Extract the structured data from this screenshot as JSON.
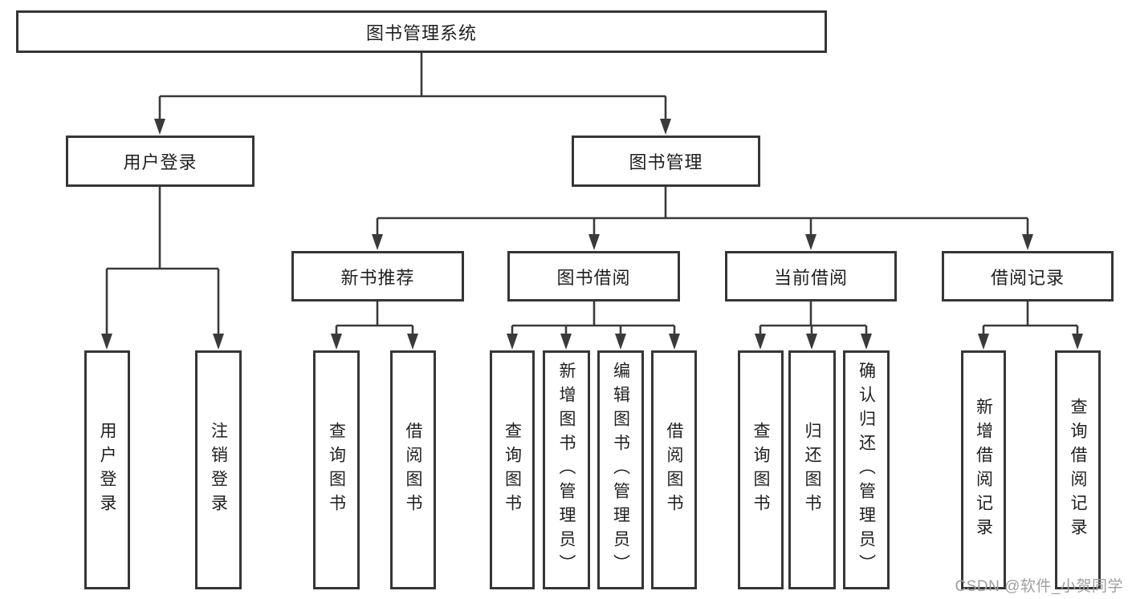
{
  "watermark": {
    "text": "CSDN @软件_小贺同学"
  },
  "colors": {
    "line": "#3a3a3a",
    "box_border": "#363636",
    "text": "#1f1f1f",
    "watermark": "#a0a0a0",
    "background": "#ffffff"
  },
  "tree": {
    "root": {
      "label": "图书管理系统",
      "children": [
        {
          "label": "用户登录",
          "children": [
            {
              "label": "用户登录"
            },
            {
              "label": "注销登录"
            }
          ]
        },
        {
          "label": "图书管理",
          "children": [
            {
              "label": "新书推荐",
              "children": [
                {
                  "label": "查询图书"
                },
                {
                  "label": "借阅图书"
                }
              ]
            },
            {
              "label": "图书借阅",
              "children": [
                {
                  "label": "查询图书"
                },
                {
                  "label": "新增图书（管理员）"
                },
                {
                  "label": "编辑图书（管理员）"
                },
                {
                  "label": "借阅图书"
                }
              ]
            },
            {
              "label": "当前借阅",
              "children": [
                {
                  "label": "查询图书"
                },
                {
                  "label": "归还图书"
                },
                {
                  "label": "确认归还（管理员）"
                }
              ]
            },
            {
              "label": "借阅记录",
              "children": [
                {
                  "label": "新增借阅记录"
                },
                {
                  "label": "查询借阅记录"
                }
              ]
            }
          ]
        }
      ]
    }
  }
}
